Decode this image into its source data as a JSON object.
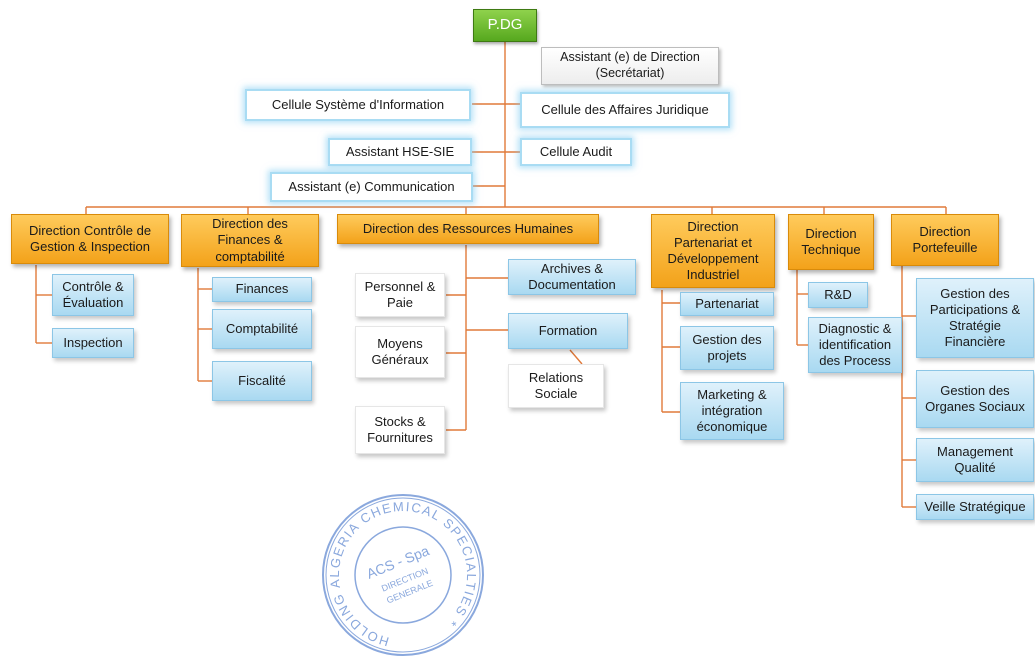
{
  "top": {
    "pdg": "P.DG",
    "assistant_direction": "Assistant (e) de Direction\n(Secrétariat)",
    "cellule_si": "Cellule Système d'Information",
    "cellule_juridique": "Cellule  des Affaires Juridique",
    "assistant_hse": "Assistant HSE-SIE",
    "cellule_audit": "Cellule Audit",
    "assistant_communication": "Assistant (e) Communication"
  },
  "directions": [
    {
      "title": "Direction  Contrôle de\nGestion & Inspection",
      "units": [
        "Contrôle &\nÉvaluation",
        "Inspection"
      ]
    },
    {
      "title": "Direction des\nFinances &\ncomptabilité",
      "units": [
        "Finances",
        "Comptabilité",
        "Fiscalité"
      ]
    },
    {
      "title": "Direction  des Ressources Humaines",
      "left_units": [
        "Personnel &\nPaie",
        "Moyens\nGénéraux",
        "Stocks &\nFournitures"
      ],
      "right_units": [
        "Archives &\nDocumentation",
        "Formation",
        "Relations\nSociale"
      ]
    },
    {
      "title": "Direction\nPartenariat et\nDéveloppement\nIndustriel",
      "units": [
        "Partenariat",
        "Gestion des\nprojets",
        "Marketing &\nintégration\néconomique"
      ]
    },
    {
      "title": "Direction\nTechnique",
      "units": [
        "R&D",
        "Diagnostic &\nidentification\ndes Process"
      ]
    },
    {
      "title": "Direction\nPortefeuille",
      "units": [
        "Gestion des\nParticipations &\nStratégie\nFinancière",
        "Gestion des\nOrganes Sociaux",
        "Management\nQualité",
        "Veille Stratégique"
      ]
    }
  ],
  "stamp": {
    "outer_text": "HOLDING ALGERIA CHEMICAL SPECIALTIES *",
    "line1": "ACS - Spa",
    "line2": "DIRECTION",
    "line3": "GENERALE"
  },
  "colors": {
    "connector": "#e07a3a",
    "pdg_green": "#6dbb2e",
    "direction_orange": "#f5a623",
    "unit_blue": "#bfe3f5",
    "stamp_blue": "#8aa8dd"
  }
}
